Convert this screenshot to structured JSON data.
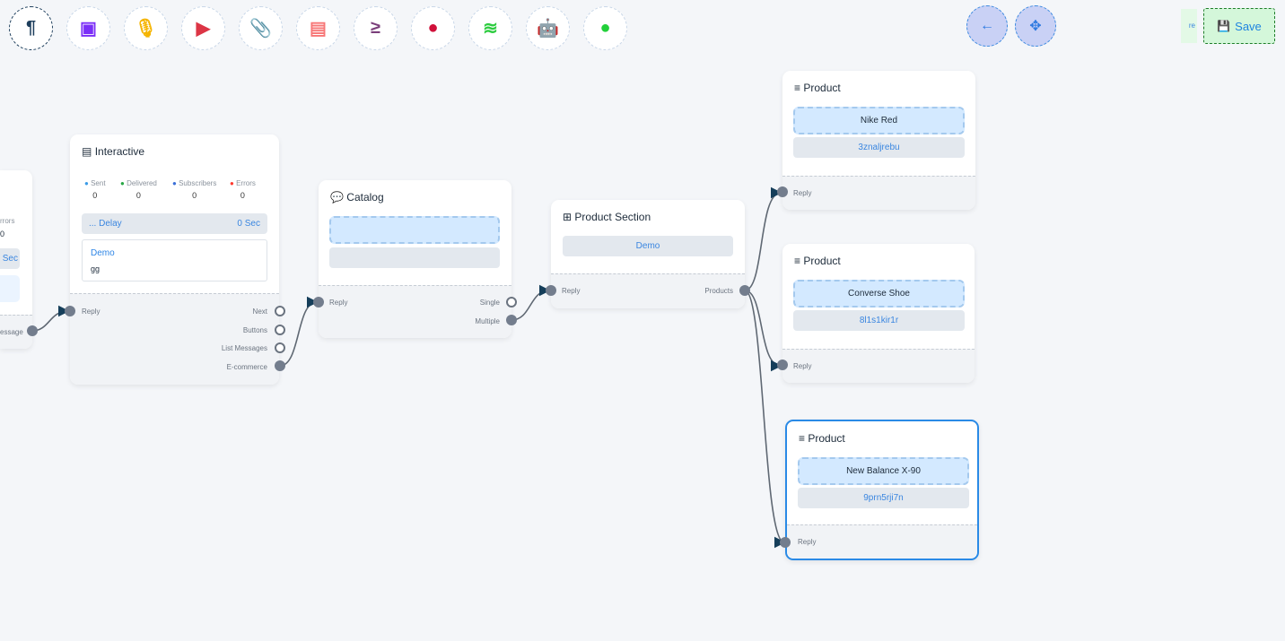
{
  "toolbar": {
    "tools": [
      {
        "icon": "paragraph-icon",
        "glyph": "¶",
        "color": "#1d3e5c"
      },
      {
        "icon": "image-icon",
        "glyph": "▣",
        "color": "#7b2ff7"
      },
      {
        "icon": "microphone-icon",
        "glyph": "🎙",
        "color": "#f5b400"
      },
      {
        "icon": "youtube-icon",
        "glyph": "▶",
        "color": "#dc3545"
      },
      {
        "icon": "paperclip-icon",
        "glyph": "📎",
        "color": "#28a745"
      },
      {
        "icon": "newspaper-icon",
        "glyph": "▤",
        "color": "#f77777"
      },
      {
        "icon": "greater-equal-icon",
        "glyph": "≥",
        "color": "#7a3e7a"
      },
      {
        "icon": "drop-icon",
        "glyph": "●",
        "color": "#d0103a"
      },
      {
        "icon": "stack-icon",
        "glyph": "≋",
        "color": "#2ecc40"
      },
      {
        "icon": "robot-icon",
        "glyph": "🤖",
        "color": "#1010ff"
      },
      {
        "icon": "palette-icon",
        "glyph": "●",
        "color": "#22d03a"
      }
    ]
  },
  "actions": {
    "back_glyph": "←",
    "collapse_glyph": "✥",
    "save_label": "Save",
    "partial_label": "re"
  },
  "left_node": {
    "errors_label": "rrors",
    "errors_value": "0",
    "delay_value": "Sec",
    "port_label": "essage"
  },
  "interactive": {
    "title": "Interactive",
    "stats": [
      {
        "label": "Sent",
        "value": "0",
        "color": "#3b9be8"
      },
      {
        "label": "Delivered",
        "value": "0",
        "color": "#28a745"
      },
      {
        "label": "Subscribers",
        "value": "0",
        "color": "#3a6fd8"
      },
      {
        "label": "Errors",
        "value": "0",
        "color": "#ff3b30"
      }
    ],
    "delay_label": "... Delay",
    "delay_value": "0 Sec",
    "message_title": "Demo",
    "message_body": "gg",
    "reply": "Reply",
    "outputs": [
      "Next",
      "Buttons",
      "List Messages",
      "E-commerce"
    ]
  },
  "catalog": {
    "title": "Catalog",
    "reply": "Reply",
    "outputs": [
      "Single",
      "Multiple"
    ]
  },
  "product_section": {
    "title": "Product Section",
    "name": "Demo",
    "reply": "Reply",
    "output": "Products"
  },
  "products": [
    {
      "title": "Product",
      "name": "Nike Red",
      "id": "3znaljrebu",
      "reply": "Reply"
    },
    {
      "title": "Product",
      "name": "Converse Shoe",
      "id": "8l1s1kir1r",
      "reply": "Reply"
    },
    {
      "title": "Product",
      "name": "New Balance X-90",
      "id": "9prn5rji7n",
      "reply": "Reply"
    }
  ]
}
